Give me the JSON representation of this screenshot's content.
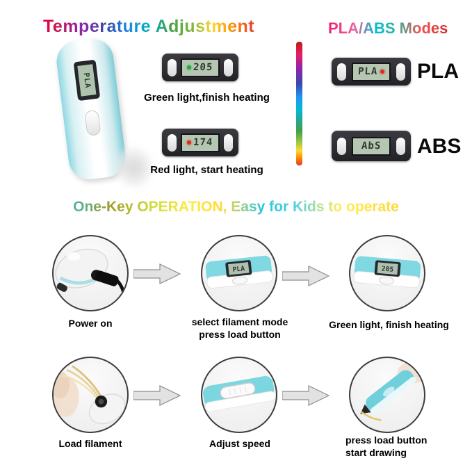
{
  "headings": {
    "temperature": "Temperature Adjustment",
    "modes": "PLA/ABS Modes",
    "operation": "One-Key OPERATION, Easy for Kids to operate"
  },
  "temperature_section": {
    "pen_lcd": "PLA",
    "green_display": {
      "value": "205",
      "caption": "Green light,finish heating",
      "indicator": "green",
      "indicator_color": "#1faa3c"
    },
    "red_display": {
      "value": "174",
      "caption": "Red light, start heating",
      "indicator": "red",
      "indicator_color": "#e02b1d"
    }
  },
  "modes_section": {
    "pla": {
      "lcd_value": "PLA",
      "label": "PLA",
      "indicator_color": "#e02b1d"
    },
    "abs": {
      "lcd_value": "AbS",
      "label": "ABS"
    }
  },
  "operation_steps": {
    "row1": [
      {
        "caption": "Power on"
      },
      {
        "caption": "select filament mode\npress load button",
        "lcd_value": "PLA"
      },
      {
        "caption": "Green light, finish heating",
        "lcd_value": "205"
      }
    ],
    "row2": [
      {
        "caption": "Load filament"
      },
      {
        "caption": "Adjust speed"
      },
      {
        "caption": "press load button\nstart drawing"
      }
    ]
  },
  "colors": {
    "pen_teal": "#7fd4de",
    "lcd_screen_green": "#b5c6b2",
    "display_body_dark": "#26262a",
    "green_indicator": "#1faa3c",
    "red_indicator": "#e02b1d"
  }
}
